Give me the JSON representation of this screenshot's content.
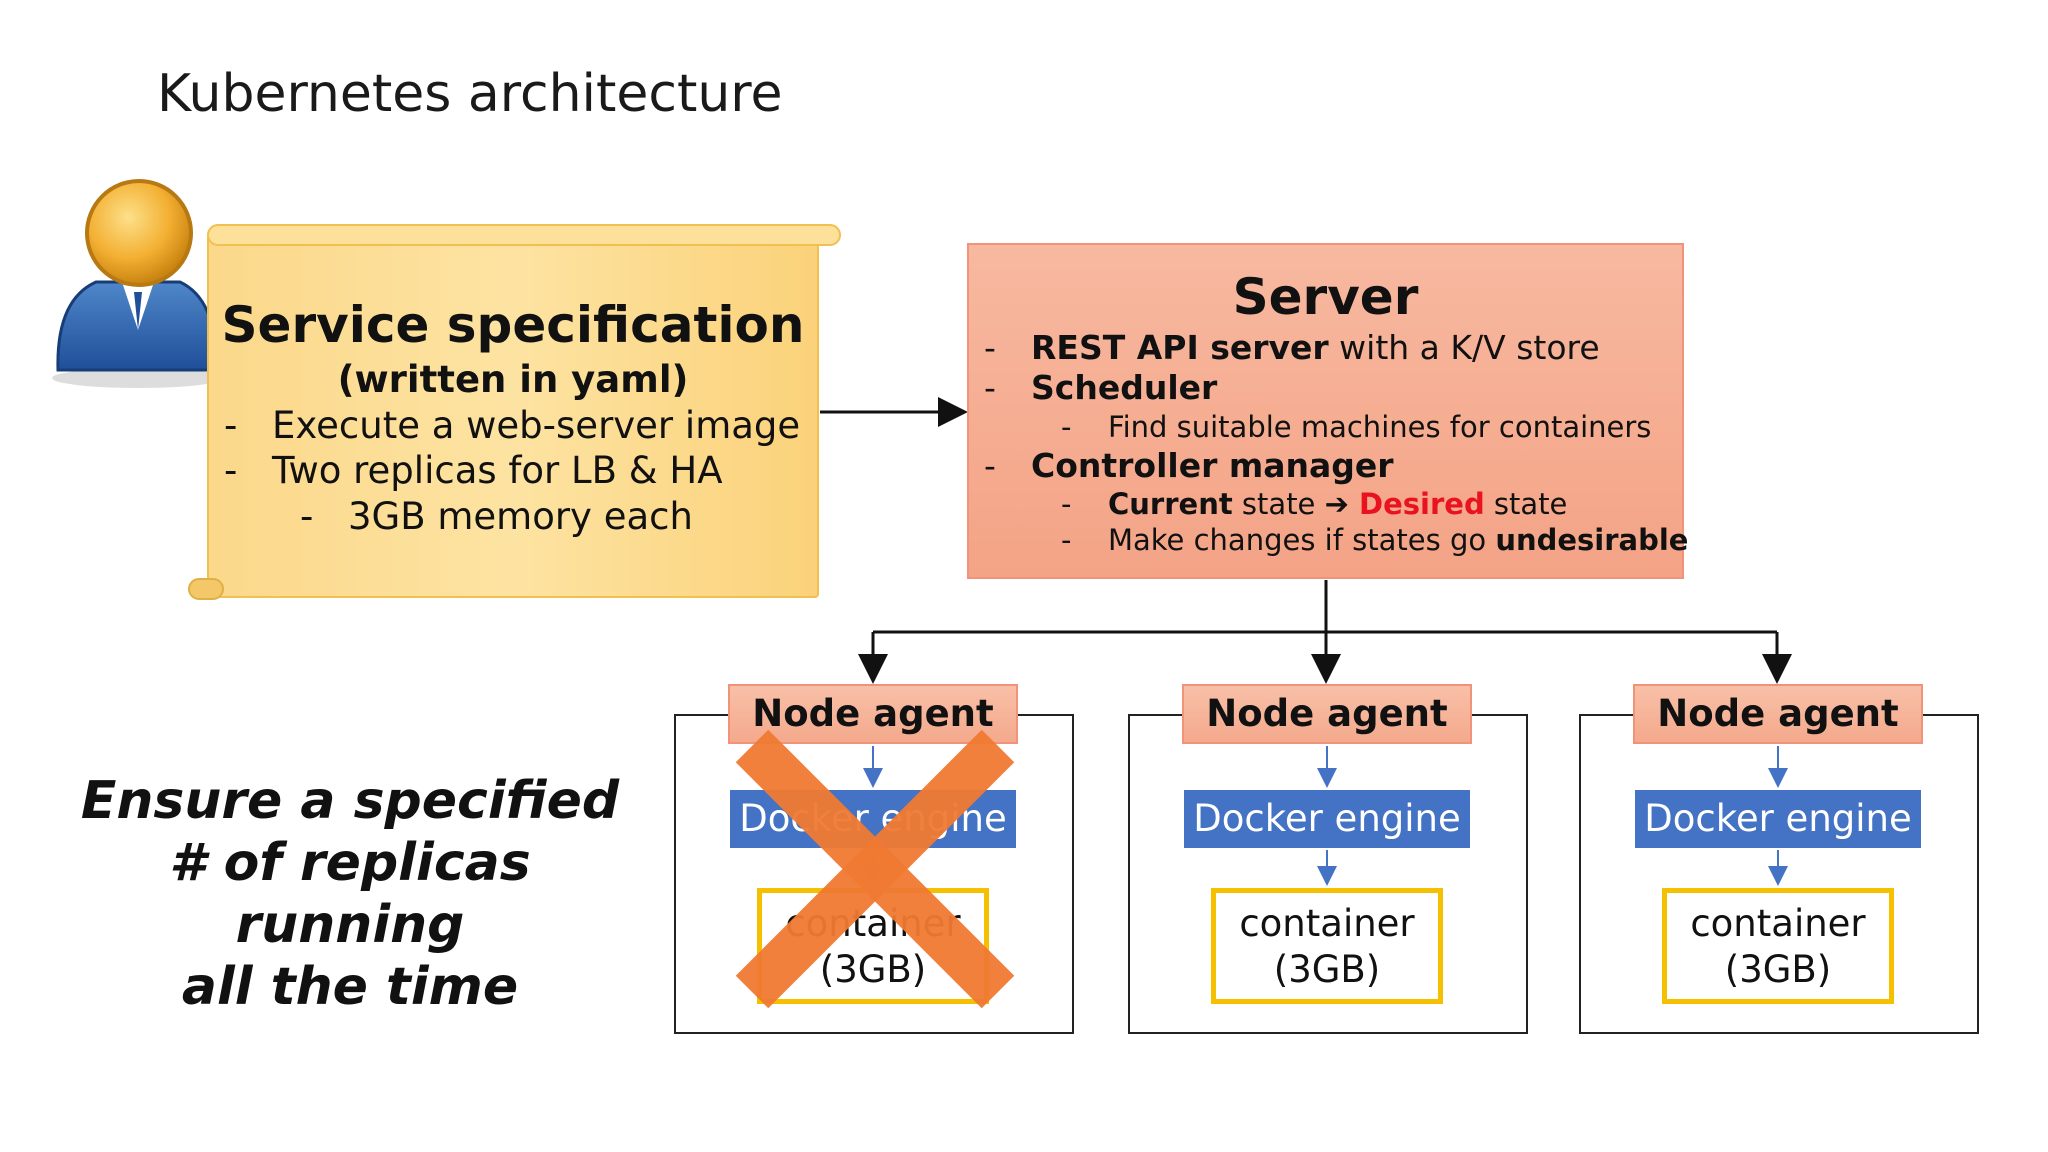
{
  "title": "Kubernetes architecture",
  "spec": {
    "title": "Service specification",
    "subtitle": "(written in yaml)",
    "lines": [
      {
        "dash": "-",
        "text": "Execute a web-server image"
      },
      {
        "dash": "-",
        "text": "Two replicas for LB & HA"
      },
      {
        "dash": "-",
        "text": "3GB memory each"
      }
    ]
  },
  "server": {
    "title": "Server",
    "items": [
      {
        "dash": "-",
        "bold": "REST API server",
        "rest": " with a K/V store"
      },
      {
        "dash": "-",
        "bold": "Scheduler",
        "rest": ""
      },
      {
        "dash": "-",
        "text": "Find suitable machines for containers"
      },
      {
        "dash": "-",
        "bold": "Controller manager",
        "rest": ""
      },
      {
        "dash": "-",
        "bold_a": "Current",
        "mid_a": " state ",
        "arrow": "➔",
        "red": " Desired",
        "mid_b": " state"
      },
      {
        "dash": "-",
        "pre": "Make changes if states go ",
        "bold": "undesirable"
      }
    ]
  },
  "nodes": [
    {
      "agent": "Node agent",
      "engine": "Docker engine",
      "container_l1": "container",
      "container_l2": "(3GB)",
      "failed": true
    },
    {
      "agent": "Node agent",
      "engine": "Docker engine",
      "container_l1": "container",
      "container_l2": "(3GB)",
      "failed": false
    },
    {
      "agent": "Node agent",
      "engine": "Docker engine",
      "container_l1": "container",
      "container_l2": "(3GB)",
      "failed": false
    }
  ],
  "ensure": {
    "l1": "Ensure a specified",
    "l2": "# of replicas running",
    "l3": "all the time"
  },
  "colors": {
    "scroll": "#fde3a2",
    "server": "#f4a386",
    "agent": "#f4a98c",
    "docker": "#4472c4",
    "container_border": "#f5c000",
    "cross": "#f07a32",
    "desired": "#e8131f"
  },
  "icons": {
    "user": "user-avatar-icon",
    "failure": "cross-x-icon"
  }
}
